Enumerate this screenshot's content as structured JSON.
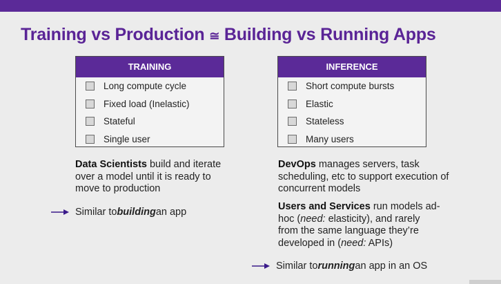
{
  "slide": {
    "title": "Training vs Production ≅ Building vs Running Apps",
    "title_part1": "Training vs Production ",
    "title_symbol": "≅",
    "title_part2": " Building vs Running Apps"
  },
  "training": {
    "header": "TRAINING",
    "items": [
      "Long compute cycle",
      "Fixed load (Inelastic)",
      "Stateful",
      "Single user"
    ]
  },
  "inference": {
    "header": "INFERENCE",
    "items": [
      "Short compute bursts",
      "Elastic",
      "Stateless",
      "Many users"
    ]
  },
  "left_text": {
    "role": "Data Scientists",
    "rest": " build and iterate over a model until it is ready to move to production"
  },
  "left_arrow": {
    "pre": "Similar to ",
    "em": "building",
    "post": " an app"
  },
  "right_text1": {
    "role": "DevOps",
    "rest": " manages servers, task scheduling, etc to support execution of concurrent models"
  },
  "right_text2": {
    "role": "Users and Services",
    "part1": " run models ad-hoc (",
    "need1": "need:",
    "part2": " elasticity), and rarely from the same language they’re developed in (",
    "need2": "need:",
    "part3": " APIs)"
  },
  "right_arrow": {
    "pre": "Similar to ",
    "em": "running",
    "post": " an app in an OS"
  },
  "colors": {
    "accent": "#5b2a98",
    "title": "#5a2496",
    "arrow": "#3a1a8a",
    "background": "#ececec"
  }
}
